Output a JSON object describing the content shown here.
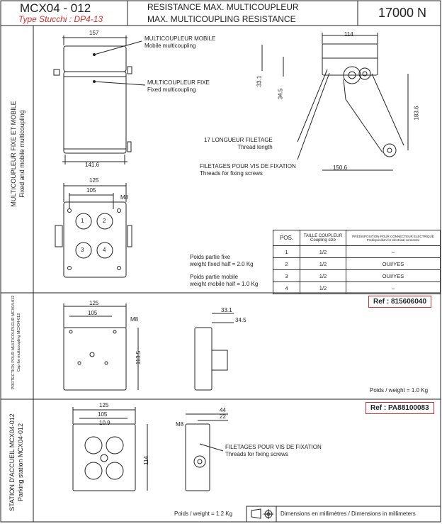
{
  "header": {
    "code": "MCX04 - 012",
    "type": "Type Stucchi : DP4-13",
    "title_fr": "RESISTANCE MAX. MULTICOUPLEUR",
    "title_en": "MAX. MULTICOUPLING RESISTANCE",
    "force": "17000 N"
  },
  "section1": {
    "side_fr": "MULTICOUPLEUR FIXE ET MOBILE",
    "side_en": "Fixed and mobile multicoupling",
    "mobile_fr": "MULTICOUPLEUR MOBILE",
    "mobile_en": "Mobile multicoupling",
    "fixed_fr": "MULTICOUPLEUR FIXE",
    "fixed_en": "Fixed multicoupling",
    "thread_len_fr": "17  LONGUEUR FILETAGE",
    "thread_len_en": "Thread length",
    "threads_fr": "FILETAGES POUR VIS DE FIXATION",
    "threads_en": "Threads for fixing screws",
    "dims": {
      "d157": "157",
      "d141": "141.6",
      "d114": "114",
      "d33": "33.1",
      "d34": "34.5",
      "d183": "183.6",
      "d150": "150.6",
      "d125": "125",
      "d105": "105",
      "m8": "M8"
    },
    "weight_fixed_fr": "Poids partie fixe",
    "weight_fixed_en": "weight fixed half = 2.0 Kg",
    "weight_mobile_fr": "Poids partie mobile",
    "weight_mobile_en": "weight mobile half = 1.0 Kg",
    "positions": [
      "1",
      "2",
      "3",
      "4"
    ],
    "table": {
      "headers": [
        "POS.",
        "TAILLE COUPLEUR",
        "PREDISPOSITION POUR CONNECTEUR ELECTRIQUE"
      ],
      "subheaders": [
        "",
        "Coupling size",
        "Predisposition for electrical connector"
      ],
      "rows": [
        [
          "1",
          "1/2",
          "–"
        ],
        [
          "2",
          "1/2",
          "OUI/YES"
        ],
        [
          "3",
          "1/2",
          "OUI/YES"
        ],
        [
          "4",
          "1/2",
          "–"
        ]
      ]
    }
  },
  "section2": {
    "side_fr": "PROTECTION POUR MULTICOUPLEUR MCX04-012",
    "side_en": "Cap for multicoupling MCX04-012",
    "ref": "Ref : 815606040",
    "weight": "Poids / weight = 1.0 Kg",
    "dims": {
      "d125": "125",
      "d105": "105",
      "m8": "M8",
      "d33": "33.1",
      "d34": "34.5",
      "d113": "113.5"
    }
  },
  "section3": {
    "side_fr": "STATION D'ACCUEIL MCX04-012",
    "side_en": "Parking station MCX04-012",
    "ref": "Ref : PA88100083",
    "weight": "Poids / weight = 1.2 Kg",
    "threads_fr": "FILETAGES POUR VIS DE FIXATION",
    "threads_en": "Threads for fixing screws",
    "dims": {
      "d125": "125",
      "d105": "105",
      "d10": "10.9",
      "m8": "M8",
      "d44": "44",
      "d22": "22",
      "d114": "114"
    }
  },
  "footer": {
    "units": "Dimensions en millimètres / Dimensions in millimeters"
  },
  "colors": {
    "accent": "#d0302f",
    "line": "#222222"
  }
}
